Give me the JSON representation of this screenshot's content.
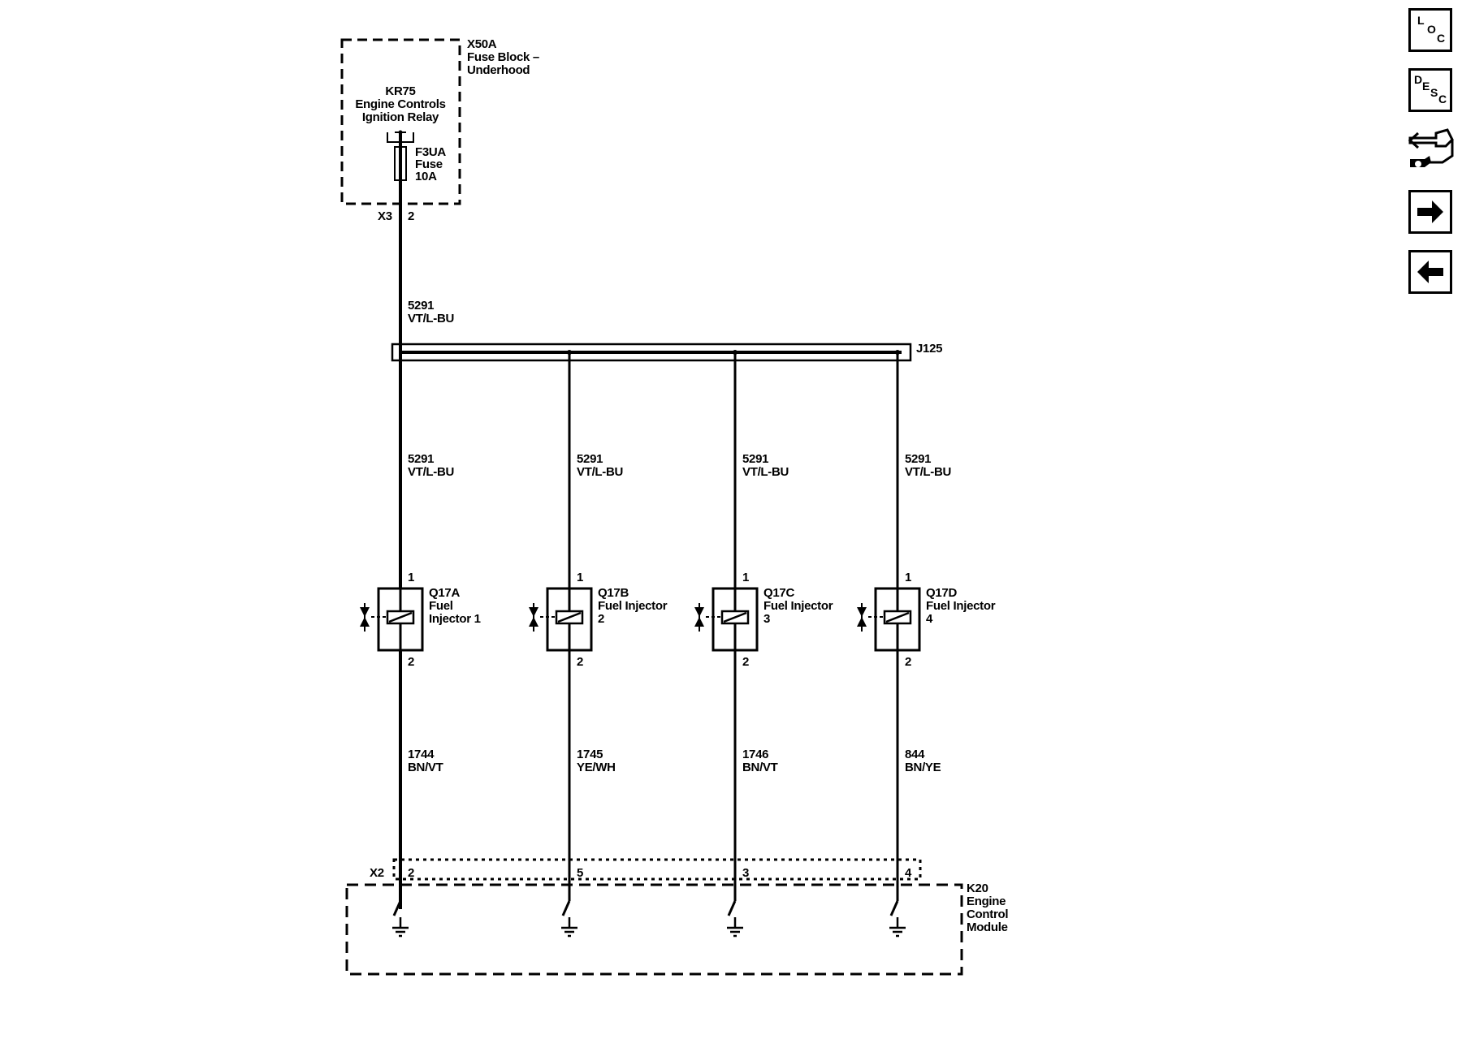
{
  "fuse_block": {
    "id": "X50A",
    "name_line1": "Fuse Block –",
    "name_line2": "Underhood",
    "relay_id": "KR75",
    "relay_line1": "Engine Controls",
    "relay_line2": "Ignition Relay",
    "fuse_id": "F3UA",
    "fuse_label": "Fuse",
    "fuse_rating": "10A",
    "connector": "X3",
    "pin": "2"
  },
  "main_wire": {
    "circuit": "5291",
    "color": "VT/L-BU"
  },
  "splice": {
    "id": "J125"
  },
  "injectors": [
    {
      "supply_circuit": "5291",
      "supply_color": "VT/L-BU",
      "pin_top": "1",
      "pin_bottom": "2",
      "id": "Q17A",
      "line1": "Fuel",
      "line2": "Injector 1",
      "ctrl_circuit": "1744",
      "ctrl_color": "BN/VT",
      "ecm_pin": "2"
    },
    {
      "supply_circuit": "5291",
      "supply_color": "VT/L-BU",
      "pin_top": "1",
      "pin_bottom": "2",
      "id": "Q17B",
      "line1": "Fuel Injector",
      "line2": "2",
      "ctrl_circuit": "1745",
      "ctrl_color": "YE/WH",
      "ecm_pin": "5"
    },
    {
      "supply_circuit": "5291",
      "supply_color": "VT/L-BU",
      "pin_top": "1",
      "pin_bottom": "2",
      "id": "Q17C",
      "line1": "Fuel Injector",
      "line2": "3",
      "ctrl_circuit": "1746",
      "ctrl_color": "BN/VT",
      "ecm_pin": "3"
    },
    {
      "supply_circuit": "5291",
      "supply_color": "VT/L-BU",
      "pin_top": "1",
      "pin_bottom": "2",
      "id": "Q17D",
      "line1": "Fuel Injector",
      "line2": "4",
      "ctrl_circuit": "844",
      "ctrl_color": "BN/YE",
      "ecm_pin": "4"
    }
  ],
  "ecm": {
    "connector": "X2",
    "id": "K20",
    "line1": "Engine",
    "line2": "Control",
    "line3": "Module"
  },
  "nav": {
    "loc": {
      "l": "L",
      "o": "O",
      "c": "C",
      "icon": "location-icon"
    },
    "desc": {
      "d": "D",
      "e": "E",
      "s": "S",
      "c": "C",
      "icon": "description-icon"
    },
    "connector_icon": "connector-tools-icon",
    "next_icon": "arrow-right-icon",
    "prev_icon": "arrow-left-icon"
  }
}
